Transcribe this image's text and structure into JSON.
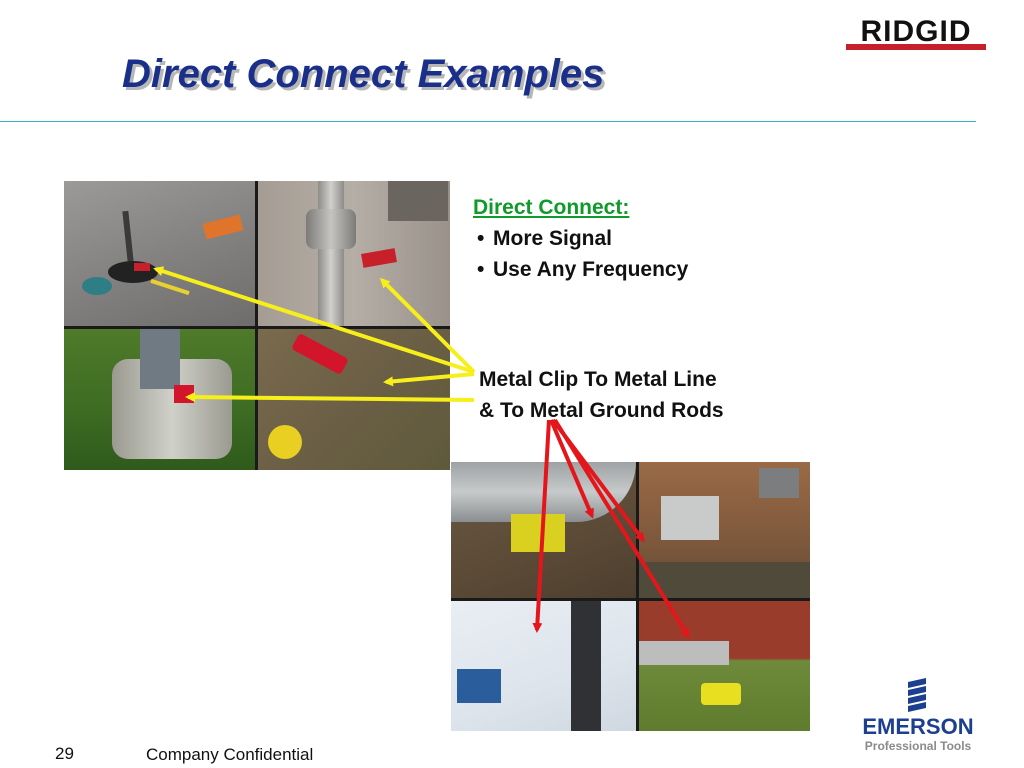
{
  "slide": {
    "title": "Direct Connect Examples",
    "bullets": {
      "header": "Direct Connect:",
      "items": [
        "More Signal",
        "Use Any Frequency"
      ],
      "bullet_char": "•"
    },
    "clip_label": {
      "line1": "Metal Clip To Metal Line",
      "line2": "& To Metal Ground Rods"
    }
  },
  "footer": {
    "page_number": "29",
    "confidential": "Company Confidential"
  },
  "logos": {
    "ridgid": "RIDGID",
    "emerson": "EMERSON",
    "emerson_tagline": "Professional Tools"
  },
  "colors": {
    "title": "#1a2f8a",
    "header_green": "#0f9a2a",
    "rule": "#34b3c4",
    "ridgid_red": "#c8202b",
    "emerson_blue": "#1d3f8f",
    "arrow_yellow": "#f7ef1a",
    "arrow_red": "#e3161c"
  }
}
